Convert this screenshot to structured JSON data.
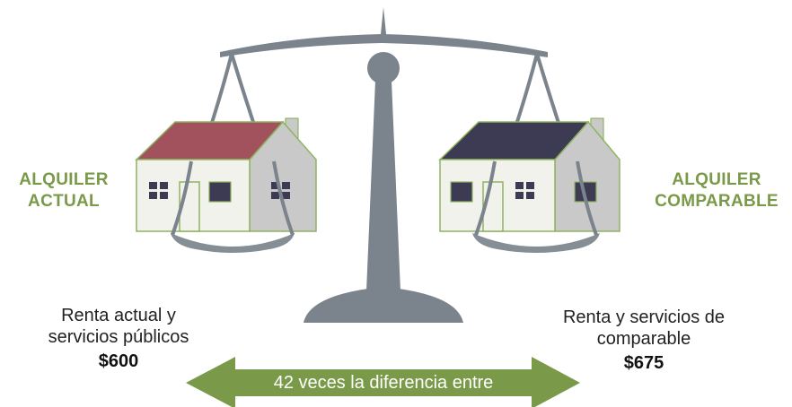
{
  "left": {
    "title_line1": "ALQUILER",
    "title_line2": "ACTUAL",
    "rent_line1": "Renta actual y",
    "rent_line2": "servicios públicos",
    "amount": "$600"
  },
  "right": {
    "title_line1": "ALQUILER",
    "title_line2": "COMPARABLE",
    "rent_line1": "Renta y servicios de",
    "rent_line2": "comparable",
    "amount": "$675"
  },
  "arrow": {
    "text": "42 veces la diferencia entre"
  },
  "colors": {
    "accent_green": "#7a9a4a",
    "scale_gray": "#7b838c",
    "left_roof": "#a2525d",
    "right_roof": "#3d3a53",
    "house_wall": "#f2f2ec",
    "house_side": "#c9c9c9"
  }
}
